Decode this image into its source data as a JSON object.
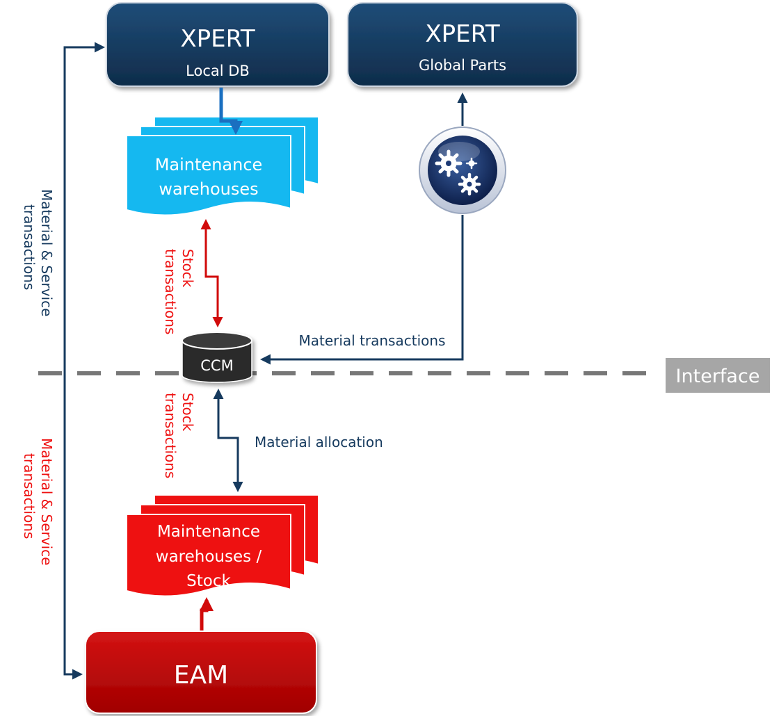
{
  "nodes": {
    "xpert_local": {
      "title": "XPERT",
      "subtitle": "Local DB"
    },
    "xpert_global": {
      "title": "XPERT",
      "subtitle": "Global Parts"
    },
    "maint_blue": {
      "lines": [
        "Maintenance",
        "warehouses"
      ]
    },
    "maint_red": {
      "lines": [
        "Maintenance",
        "warehouses /",
        "Stock"
      ]
    },
    "ccm": {
      "label": "CCM"
    },
    "eam": {
      "label": "EAM"
    },
    "interface": {
      "label": "Interface"
    },
    "gears": {
      "icon": "gears-icon"
    }
  },
  "edges": {
    "stock_upper": [
      "Stock",
      "transactions"
    ],
    "stock_lower": [
      "Stock",
      "transactions"
    ],
    "material_transactions": "Material transactions",
    "material_allocation": "Material allocation",
    "side_upper": [
      "Material & Service",
      "transactions"
    ],
    "side_lower": [
      "Material & Service",
      "transactions"
    ]
  },
  "colors": {
    "navy": "#163a5e",
    "cyan": "#15b8f0",
    "red": "#ee1111",
    "dark_red": "#c00000",
    "arrow_red": "#d10a0a",
    "gray_dash": "#777777",
    "interface_bg": "#a6a6a6"
  }
}
